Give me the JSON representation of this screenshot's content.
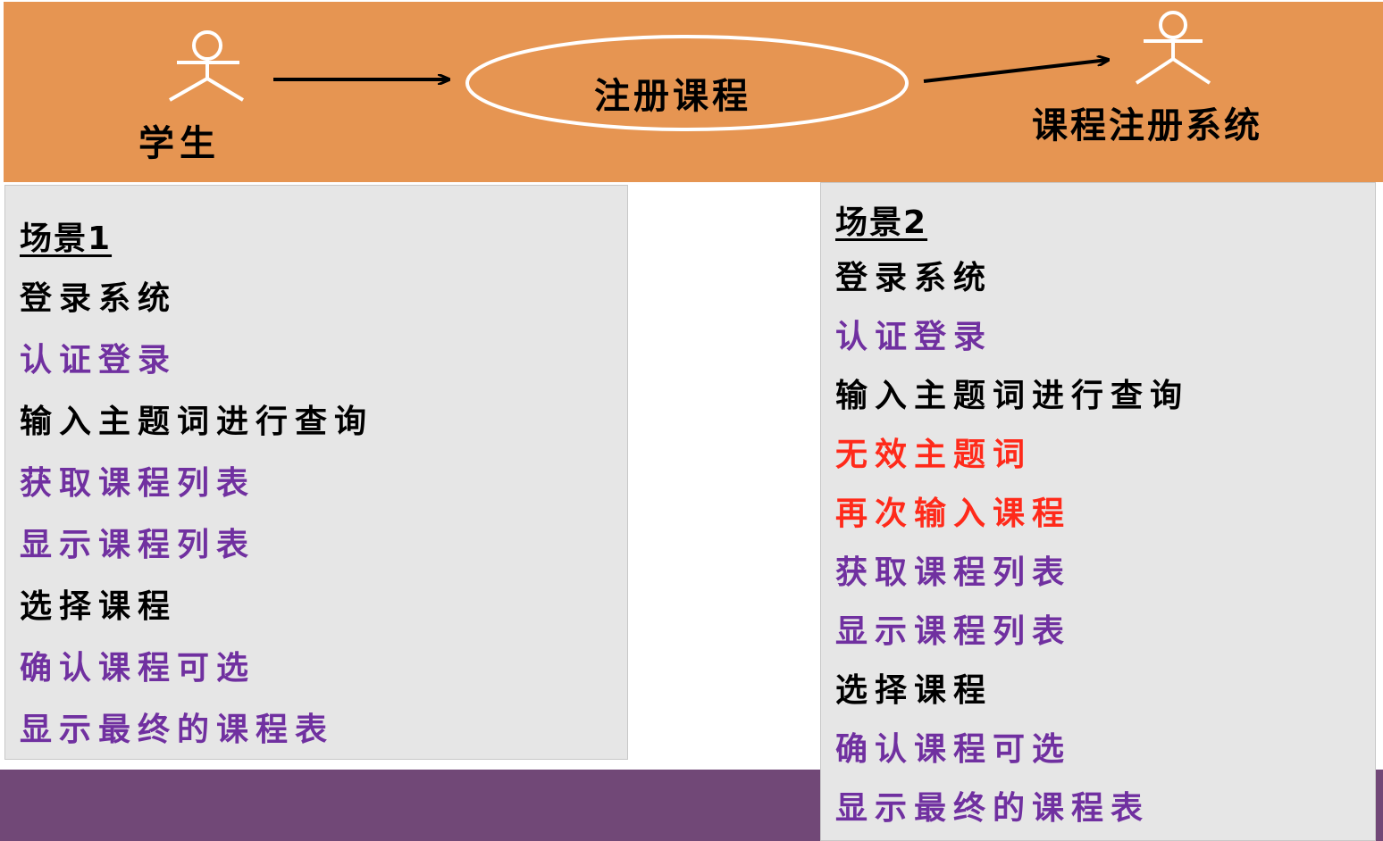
{
  "colors": {
    "header_bg": "#e69552",
    "footer_bg": "#714877",
    "panel_bg": "#e6e6e6",
    "black": "#000000",
    "purple": "#7030a0",
    "red": "#ff2a1a"
  },
  "diagram": {
    "actor_student": "学生",
    "use_case": "注册课程",
    "actor_system": "课程注册系统"
  },
  "scenario_1": {
    "title": "场景1",
    "steps": [
      {
        "text": "登录系统",
        "color": "black"
      },
      {
        "text": "认证登录",
        "color": "purple"
      },
      {
        "text": "输入主题词进行查询",
        "color": "black"
      },
      {
        "text": "获取课程列表",
        "color": "purple"
      },
      {
        "text": "显示课程列表",
        "color": "purple"
      },
      {
        "text": "选择课程",
        "color": "black"
      },
      {
        "text": "确认课程可选",
        "color": "purple"
      },
      {
        "text": "显示最终的课程表",
        "color": "purple"
      }
    ]
  },
  "scenario_2": {
    "title": "场景2",
    "steps": [
      {
        "text": "登录系统",
        "color": "black"
      },
      {
        "text": "认证登录",
        "color": "purple"
      },
      {
        "text": "输入主题词进行查询",
        "color": "black"
      },
      {
        "text": "无效主题词",
        "color": "red"
      },
      {
        "text": "再次输入课程",
        "color": "red"
      },
      {
        "text": "获取课程列表",
        "color": "purple"
      },
      {
        "text": "显示课程列表",
        "color": "purple"
      },
      {
        "text": "选择课程",
        "color": "black"
      },
      {
        "text": "确认课程可选",
        "color": "purple"
      },
      {
        "text": "显示最终的课程表",
        "color": "purple"
      }
    ]
  }
}
